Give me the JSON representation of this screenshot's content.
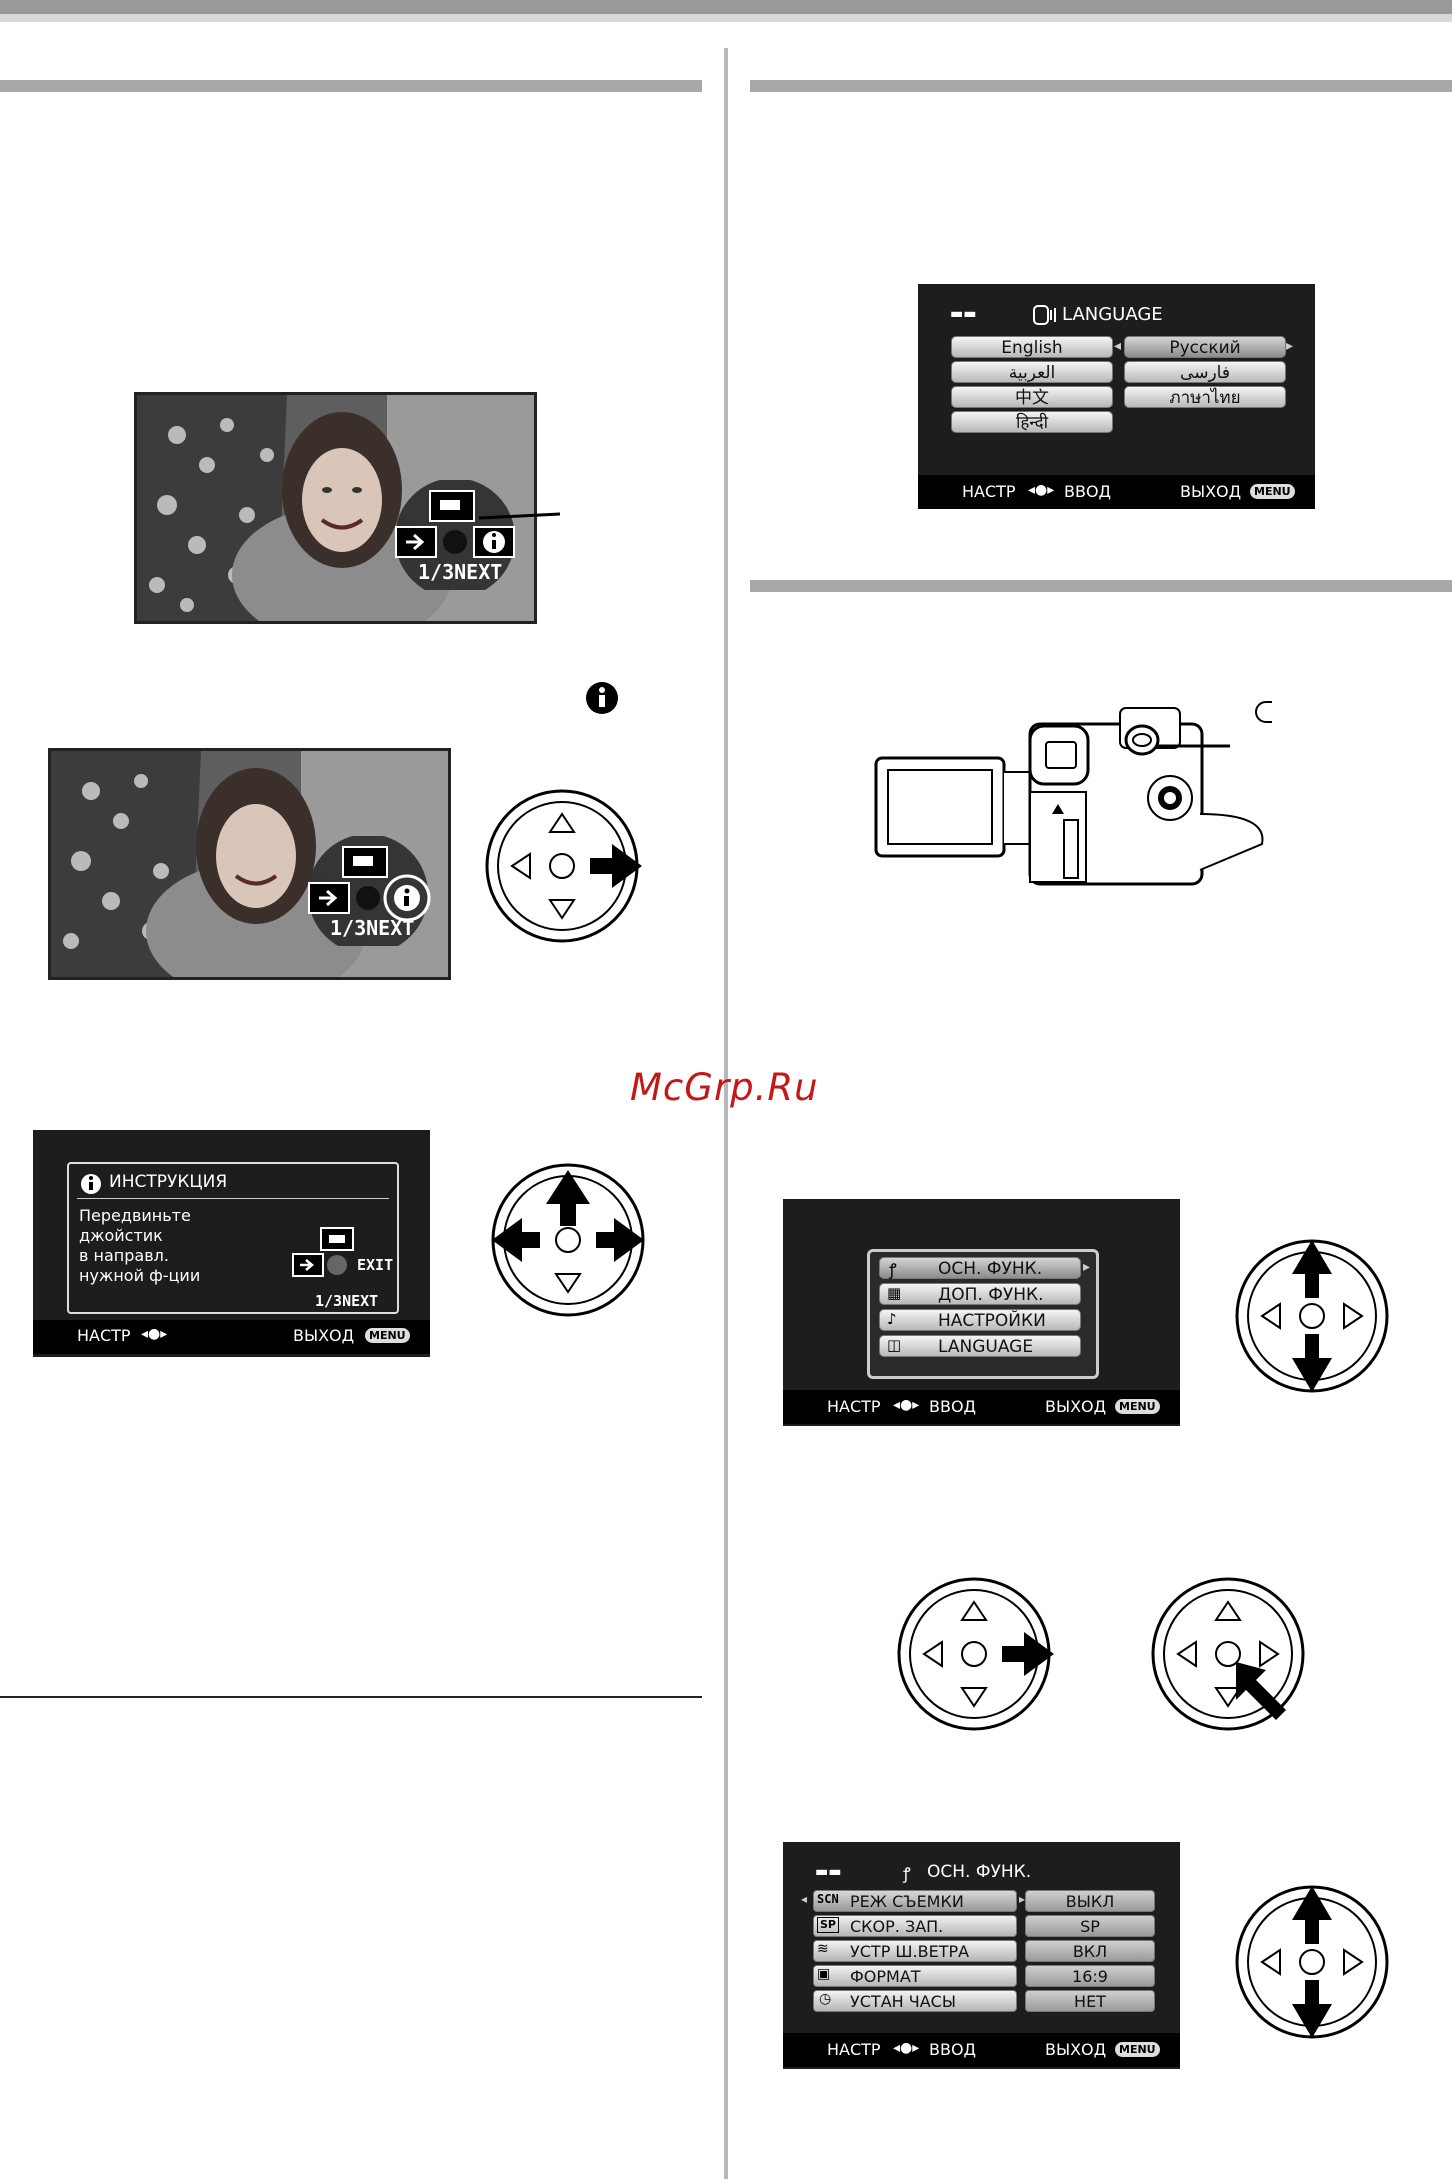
{
  "watermark": "McGrp.Ru",
  "osd": {
    "fraction": "1/3NEXT",
    "exit_label": "EXIT"
  },
  "language_screen": {
    "title": "LANGUAGE",
    "options": [
      "English",
      "Русский",
      "العربية",
      "فارسی",
      "中文",
      "ภาษาไทย",
      "हिन्दी"
    ],
    "selected": "Русский",
    "footer_left": "НАСТР",
    "footer_enter": "ВВОД",
    "footer_exit": "ВЫХОД",
    "menu_badge": "MENU"
  },
  "instruction_screen": {
    "title": "ИНСТРУКЦИЯ",
    "lines": [
      "Передвиньте",
      "джойстик",
      "в направл.",
      "нужной ф-ции"
    ],
    "footer_left": "НАСТР",
    "footer_exit": "ВЫХОД",
    "menu_badge": "MENU"
  },
  "main_menu": {
    "items": [
      "ОСН. ФУНК.",
      "ДОП. ФУНК.",
      "НАСТРОЙКИ",
      "LANGUAGE"
    ],
    "footer_left": "НАСТР",
    "footer_enter": "ВВОД",
    "footer_exit": "ВЫХОД",
    "menu_badge": "MENU"
  },
  "basic_menu": {
    "title": "ОСН. ФУНК.",
    "rows": [
      {
        "icon": "SCN",
        "label": "РЕЖ СЪЕМКИ",
        "value": "ВЫКЛ"
      },
      {
        "icon": "SP",
        "label": "СКОР. ЗАП.",
        "value": "SP"
      },
      {
        "icon": "wind",
        "label": "УСТР Ш.ВЕТРА",
        "value": "ВКЛ"
      },
      {
        "icon": "aspect",
        "label": "ФОРМАТ",
        "value": "16:9"
      },
      {
        "icon": "clock",
        "label": "УСТАН ЧАСЫ",
        "value": "НЕТ"
      }
    ],
    "footer_left": "НАСТР",
    "footer_enter": "ВВОД",
    "footer_exit": "ВЫХОД",
    "menu_badge": "MENU"
  }
}
